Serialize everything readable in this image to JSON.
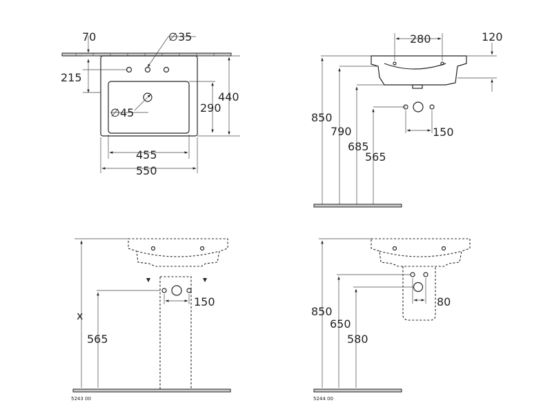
{
  "views": {
    "top": {
      "d_70": "70",
      "d_35": "∅35",
      "d_215": "215",
      "d_440": "440",
      "d_290": "290",
      "d_45": "∅45",
      "d_455": "455",
      "d_550": "550"
    },
    "side": {
      "d_280": "280",
      "d_120": "120",
      "d_850": "850",
      "d_790": "790",
      "d_685": "685",
      "d_565": "565",
      "d_150": "150"
    },
    "pedestal": {
      "d_x": "x",
      "d_565": "565",
      "d_150": "150",
      "code": "5243 00"
    },
    "semi_pedestal": {
      "d_850": "850",
      "d_650": "650",
      "d_580": "580",
      "d_80": "80",
      "code": "5244 00"
    }
  }
}
